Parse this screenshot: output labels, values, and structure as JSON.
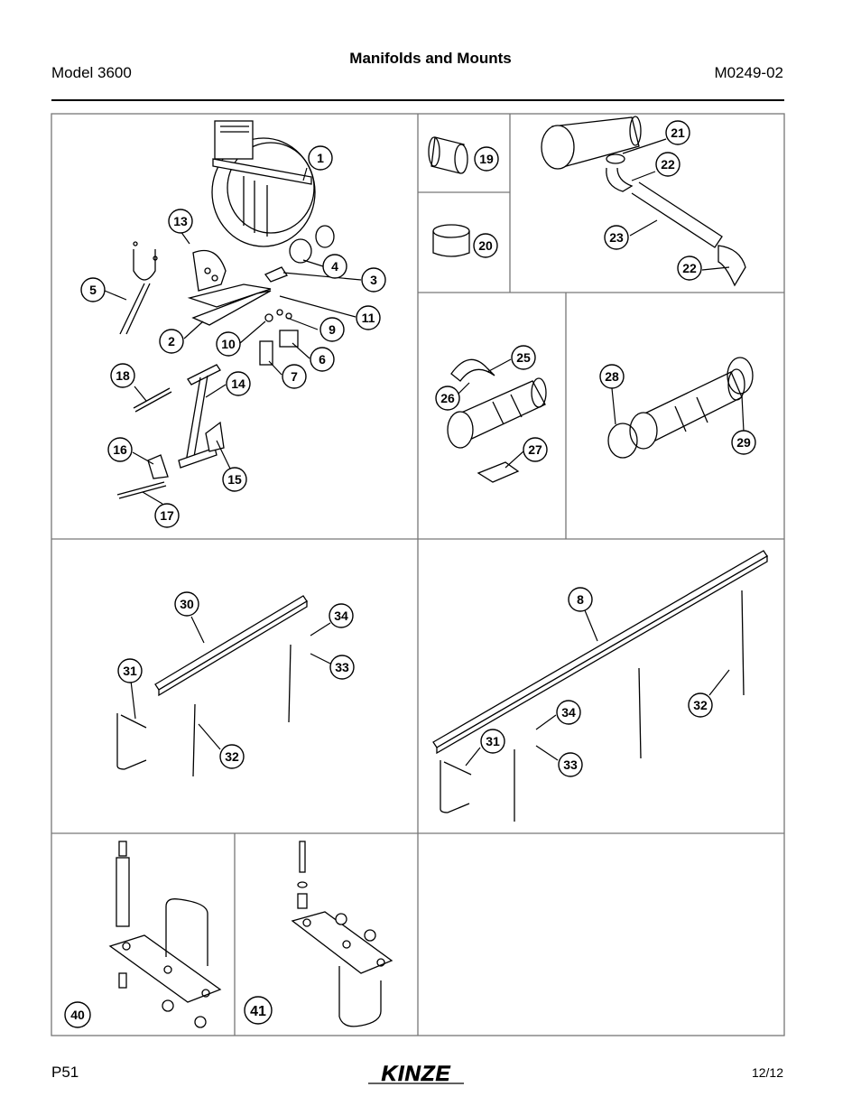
{
  "header": {
    "title": "Manifolds and Mounts",
    "model": "Model 3600",
    "doc_number": "M0249-02"
  },
  "footer": {
    "page": "P51",
    "date": "12/12",
    "logo_text": "KINZE"
  },
  "callouts": {
    "c1": "1",
    "c2": "2",
    "c3": "3",
    "c4": "4",
    "c5": "5",
    "c6": "6",
    "c7": "7",
    "c8": "8",
    "c9": "9",
    "c10": "10",
    "c11": "11",
    "c13": "13",
    "c14": "14",
    "c15": "15",
    "c16": "16",
    "c17": "17",
    "c18": "18",
    "c19": "19",
    "c20": "20",
    "c21": "21",
    "c22a": "22",
    "c22b": "22",
    "c23": "23",
    "c25": "25",
    "c26": "26",
    "c27": "27",
    "c28": "28",
    "c29": "29",
    "c30": "30",
    "c31a": "31",
    "c31b": "31",
    "c32a": "32",
    "c32b": "32",
    "c33a": "33",
    "c33b": "33",
    "c34a": "34",
    "c34b": "34",
    "c40": "40",
    "c41": "41"
  }
}
